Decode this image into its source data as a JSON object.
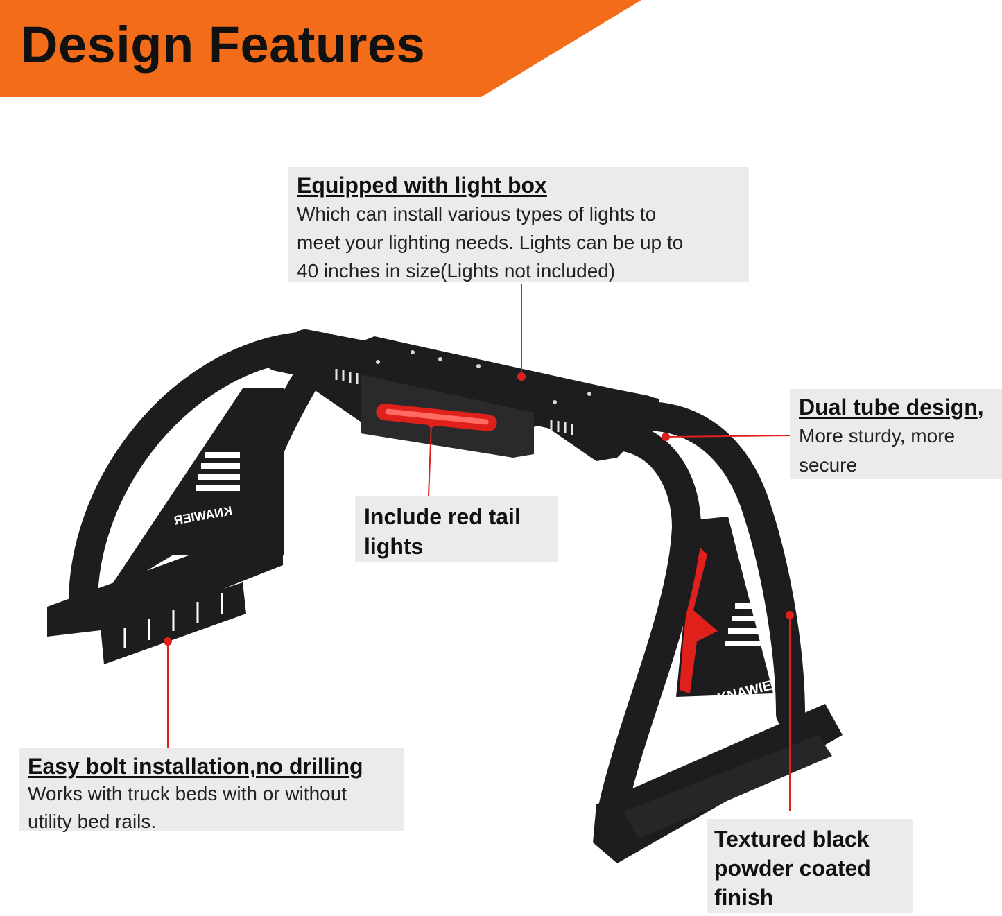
{
  "banner": {
    "title": "Design Features",
    "color": "#f26c1a"
  },
  "callouts": {
    "light_box": {
      "heading": "Equipped with light box",
      "lines": [
        "Which can install various types of lights to",
        "meet your lighting needs. Lights can be up to",
        "40 inches in size(Lights not included)"
      ]
    },
    "tail_lights": {
      "lines": [
        "Include red tail",
        "lights"
      ]
    },
    "dual_tube": {
      "heading": "Dual tube design",
      "heading_suffix": ",",
      "lines": [
        "More sturdy, more",
        "secure"
      ]
    },
    "bolt": {
      "heading": "Easy bolt installation,no drilling",
      "lines": [
        "Works with truck beds with or without",
        "utility bed rails."
      ]
    },
    "finish": {
      "lines": [
        "Textured black",
        "powder coated",
        "finish"
      ]
    }
  },
  "product": {
    "brand_mark": "KNAWIER",
    "rack_color": "#1d1d1f",
    "accent_color": "#e0201b"
  }
}
